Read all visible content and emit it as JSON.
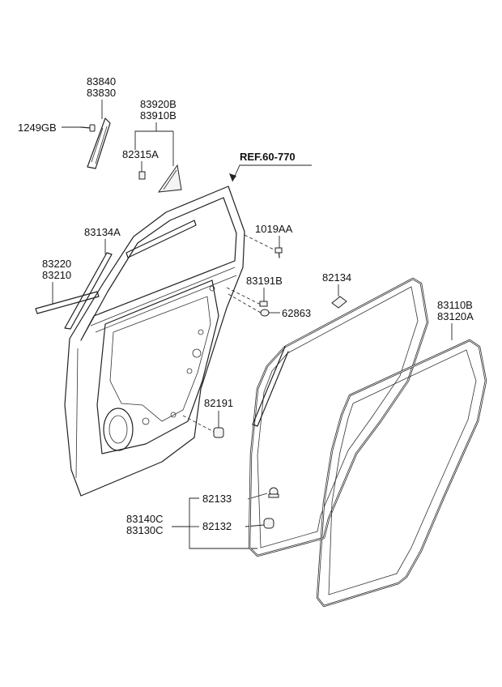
{
  "diagram": {
    "reference": "REF.60-770",
    "labels": [
      {
        "id": "p83840",
        "text": "83840"
      },
      {
        "id": "p83830",
        "text": "83830"
      },
      {
        "id": "p1249gb",
        "text": "1249GB"
      },
      {
        "id": "p83920b",
        "text": "83920B"
      },
      {
        "id": "p83910b",
        "text": "83910B"
      },
      {
        "id": "p82315a",
        "text": "82315A"
      },
      {
        "id": "p1019aa",
        "text": "1019AA"
      },
      {
        "id": "p83134a",
        "text": "83134A"
      },
      {
        "id": "p83220",
        "text": "83220"
      },
      {
        "id": "p83210",
        "text": "83210"
      },
      {
        "id": "p83191b",
        "text": "83191B"
      },
      {
        "id": "p82134",
        "text": "82134"
      },
      {
        "id": "p62863",
        "text": "62863"
      },
      {
        "id": "p83110b",
        "text": "83110B"
      },
      {
        "id": "p83120a",
        "text": "83120A"
      },
      {
        "id": "p82191",
        "text": "82191"
      },
      {
        "id": "p82133",
        "text": "82133"
      },
      {
        "id": "p83140c",
        "text": "83140C"
      },
      {
        "id": "p83130c",
        "text": "83130C"
      },
      {
        "id": "p82132",
        "text": "82132"
      }
    ]
  }
}
